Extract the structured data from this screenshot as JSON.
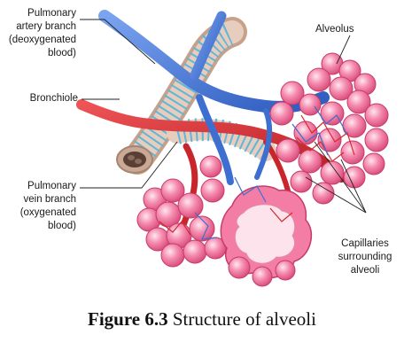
{
  "labels": {
    "pulmonary_artery": "Pulmonary\nartery branch\n(deoxygenated\nblood)",
    "bronchiole": "Bronchiole",
    "pulmonary_vein": "Pulmonary\nvein branch\n(oxygenated\nblood)",
    "alveolus": "Alveolus",
    "capillaries": "Capillaries\nsurrounding\nalveoli"
  },
  "caption": {
    "figure_number": "Figure 6.3",
    "title": "Structure of alveoli"
  },
  "colors": {
    "artery_blue": "#3d6fd1",
    "vein_red": "#d42a2f",
    "alveolus_pink": "#ef6f98",
    "bronchiole_tan": "#d9b9a6",
    "bronchiole_ring": "#5fb6d9"
  }
}
